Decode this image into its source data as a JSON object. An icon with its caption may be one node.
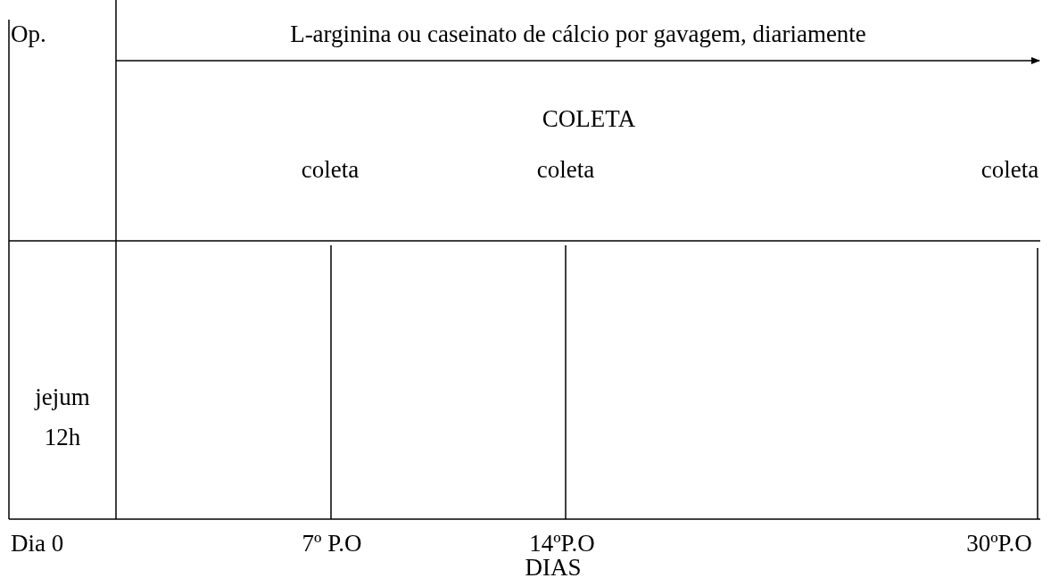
{
  "diagram": {
    "labels": [
      "Op.",
      "L-arginina ou caseinato de cálcio por gavagem, diariamente",
      "COLETA",
      "coleta",
      "coleta",
      "coleta",
      "jejum 12h",
      "Dia 0",
      "7º P.O",
      "14ºP.O",
      "30ºP.O",
      "DIAS"
    ]
  }
}
